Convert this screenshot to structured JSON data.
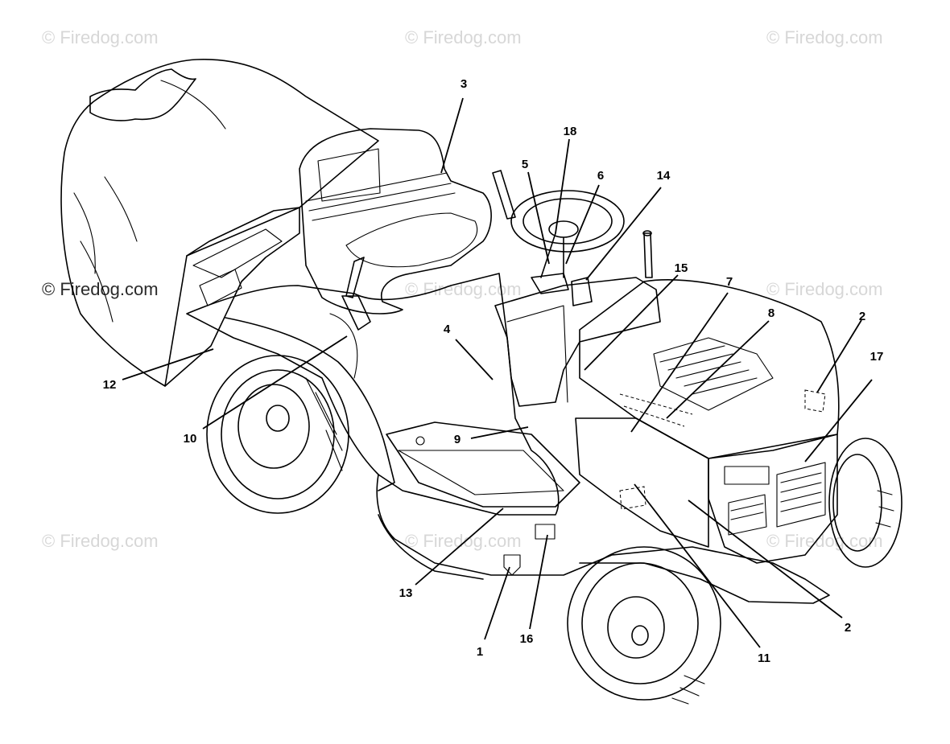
{
  "watermark": {
    "text": "© Firedog.com"
  },
  "callouts": [
    {
      "id": "c1",
      "label": "1"
    },
    {
      "id": "c2a",
      "label": "2"
    },
    {
      "id": "c2b",
      "label": "2"
    },
    {
      "id": "c3",
      "label": "3"
    },
    {
      "id": "c4",
      "label": "4"
    },
    {
      "id": "c5",
      "label": "5"
    },
    {
      "id": "c6",
      "label": "6"
    },
    {
      "id": "c7",
      "label": "7"
    },
    {
      "id": "c8",
      "label": "8"
    },
    {
      "id": "c9",
      "label": "9"
    },
    {
      "id": "c10",
      "label": "10"
    },
    {
      "id": "c11",
      "label": "11"
    },
    {
      "id": "c12",
      "label": "12"
    },
    {
      "id": "c13",
      "label": "13"
    },
    {
      "id": "c14",
      "label": "14"
    },
    {
      "id": "c15",
      "label": "15"
    },
    {
      "id": "c16",
      "label": "16"
    },
    {
      "id": "c17",
      "label": "17"
    },
    {
      "id": "c18",
      "label": "18"
    }
  ]
}
